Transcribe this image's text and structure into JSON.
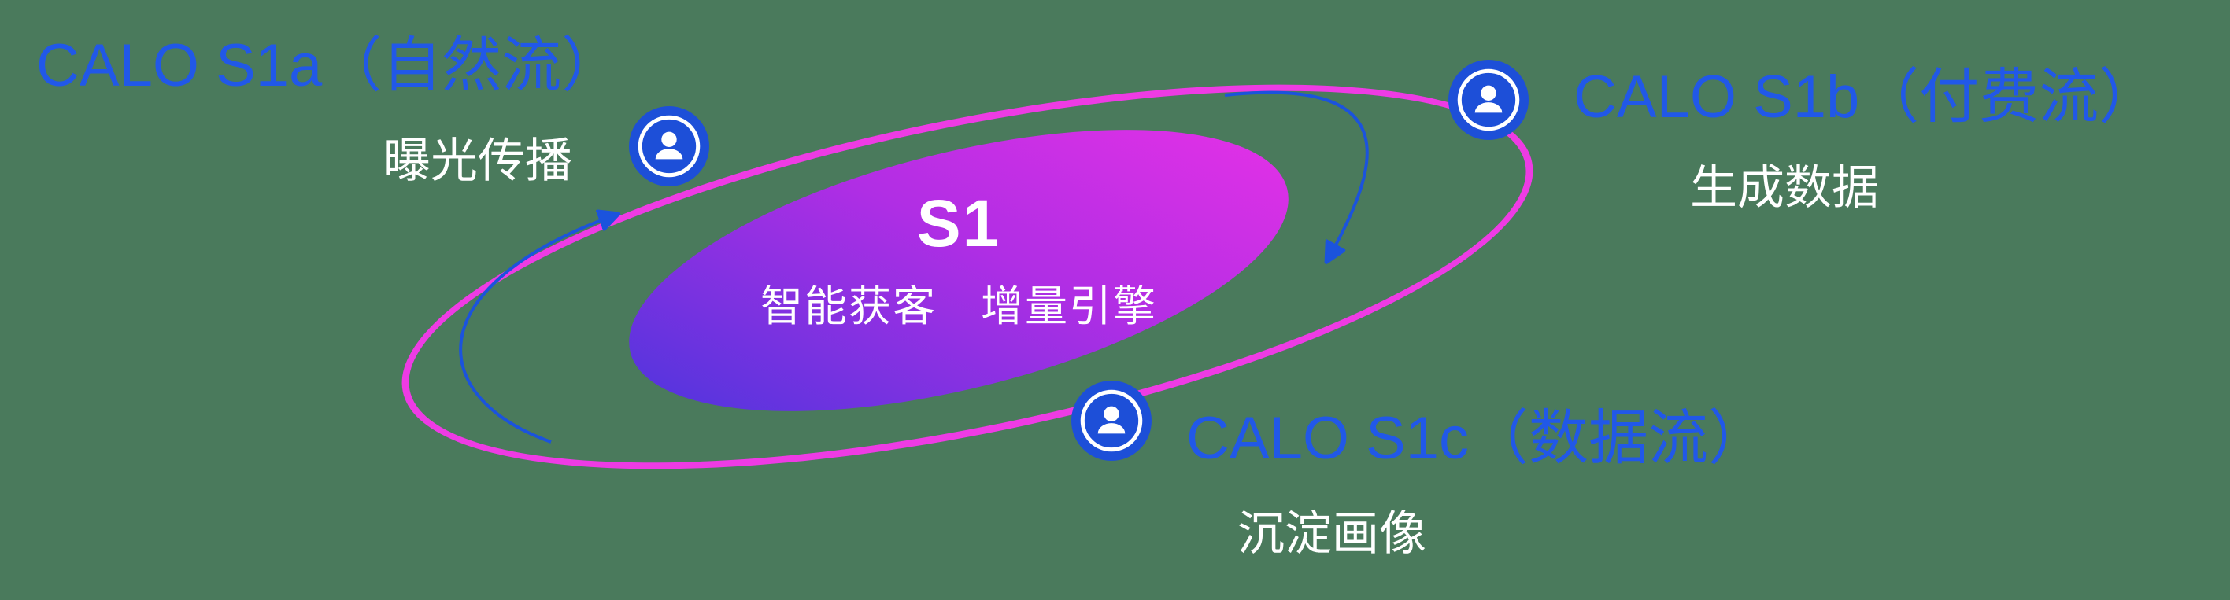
{
  "colors": {
    "background": "#4a7a5c",
    "ring": "#ee3be4",
    "node_blue": "#1d4fd8",
    "title_blue": "#2158e8",
    "arrow_blue": "#1b53dd",
    "core_gradient_start": "#4c35dd",
    "core_gradient_end": "#e231e6",
    "text_white": "#ffffff"
  },
  "center": {
    "title": "S1",
    "subtitle": "智能获客　增量引擎"
  },
  "nodes": [
    {
      "id": "s1a",
      "title": "CALO S1a（自然流）",
      "subtitle": "曝光传播",
      "icon": "user-icon"
    },
    {
      "id": "s1b",
      "title": "CALO S1b（付费流）",
      "subtitle": "生成数据",
      "icon": "user-icon"
    },
    {
      "id": "s1c",
      "title": "CALO S1c（数据流）",
      "subtitle": "沉淀画像",
      "icon": "user-icon"
    }
  ]
}
